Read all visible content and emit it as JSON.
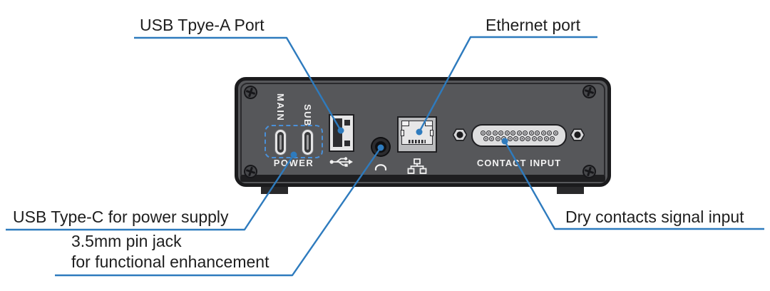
{
  "diagram": {
    "title_hint": "device rear panel callout diagram",
    "colors": {
      "accent_line": "#2e7bbe",
      "dashed_box": "#4a90d8",
      "panel_face": "#56575a",
      "panel_border": "#1b1b1d",
      "label_text": "#1e1e1e",
      "panel_text": "#f2f2f2"
    },
    "panel": {
      "labels": {
        "main": "MAIN",
        "sub": "SUB",
        "power": "POWER",
        "contact_input": "CONTACT INPUT"
      },
      "connector_pins": {
        "top_row": 13,
        "bottom_row": 12
      },
      "icons": [
        "usb-trident-icon",
        "headphone-icon",
        "network-icon"
      ]
    },
    "callouts": [
      {
        "id": "usb-a",
        "label": "USB Tpye-A Port",
        "target": "usb-type-a-port"
      },
      {
        "id": "ethernet",
        "label": "Ethernet port",
        "target": "ethernet-port"
      },
      {
        "id": "usb-c-power",
        "label": "USB Type-C for power supply",
        "target": "usb-type-c-power-ports"
      },
      {
        "id": "pin-jack",
        "lines": [
          "3.5mm pin jack",
          "for functional enhancement"
        ],
        "target": "3.5mm-pin-jack"
      },
      {
        "id": "dry-contacts",
        "label": "Dry contacts signal input",
        "target": "contact-input-connector"
      }
    ]
  }
}
